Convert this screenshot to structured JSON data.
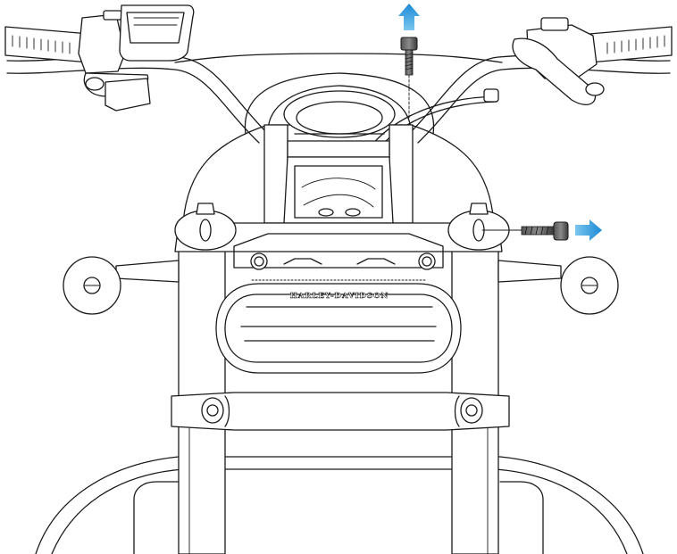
{
  "diagram": {
    "headlamp_badge_text": "HARLEY-DAVIDSON",
    "colors": {
      "line": "#1a1a1a",
      "fastener": "#3a3a3a",
      "arrow_light": "#7cc6ef",
      "arrow_dark": "#1a8ad4"
    },
    "callouts": [
      {
        "name": "top-bolt-removal",
        "direction": "up",
        "icon": "arrow-up-icon"
      },
      {
        "name": "side-bolt-removal",
        "direction": "right",
        "icon": "arrow-right-icon"
      }
    ]
  }
}
